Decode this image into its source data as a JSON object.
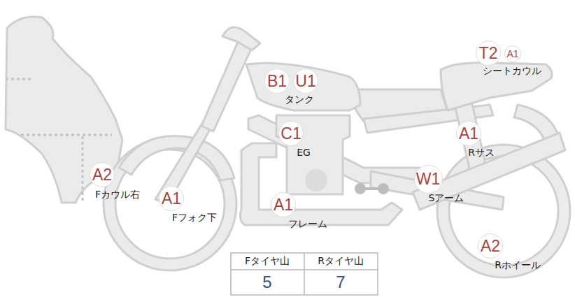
{
  "diagram": {
    "nodes": [
      {
        "text": [
          "T2"
        ]
      },
      {
        "text": [
          "A1"
        ]
      },
      {
        "text": [
          "B1"
        ]
      },
      {
        "text": [
          "U1"
        ]
      },
      {
        "text": [
          "C1"
        ]
      },
      {
        "text": [
          "A1"
        ]
      },
      {
        "text": [
          "A2"
        ]
      },
      {
        "text": [
          "A1"
        ]
      },
      {
        "text": [
          "A1"
        ]
      },
      {
        "text": [
          "W1"
        ]
      },
      {
        "text": [
          "A2"
        ]
      }
    ],
    "labels": [
      "タンク",
      "EG",
      "シートカウル",
      "Rサス",
      "Fカウル右",
      "Fフォク下",
      "フレーム",
      "Sアーム",
      "Rホイール",
      "Fタイヤ山",
      "Rタイヤ山",
      "5",
      "7"
    ]
  }
}
